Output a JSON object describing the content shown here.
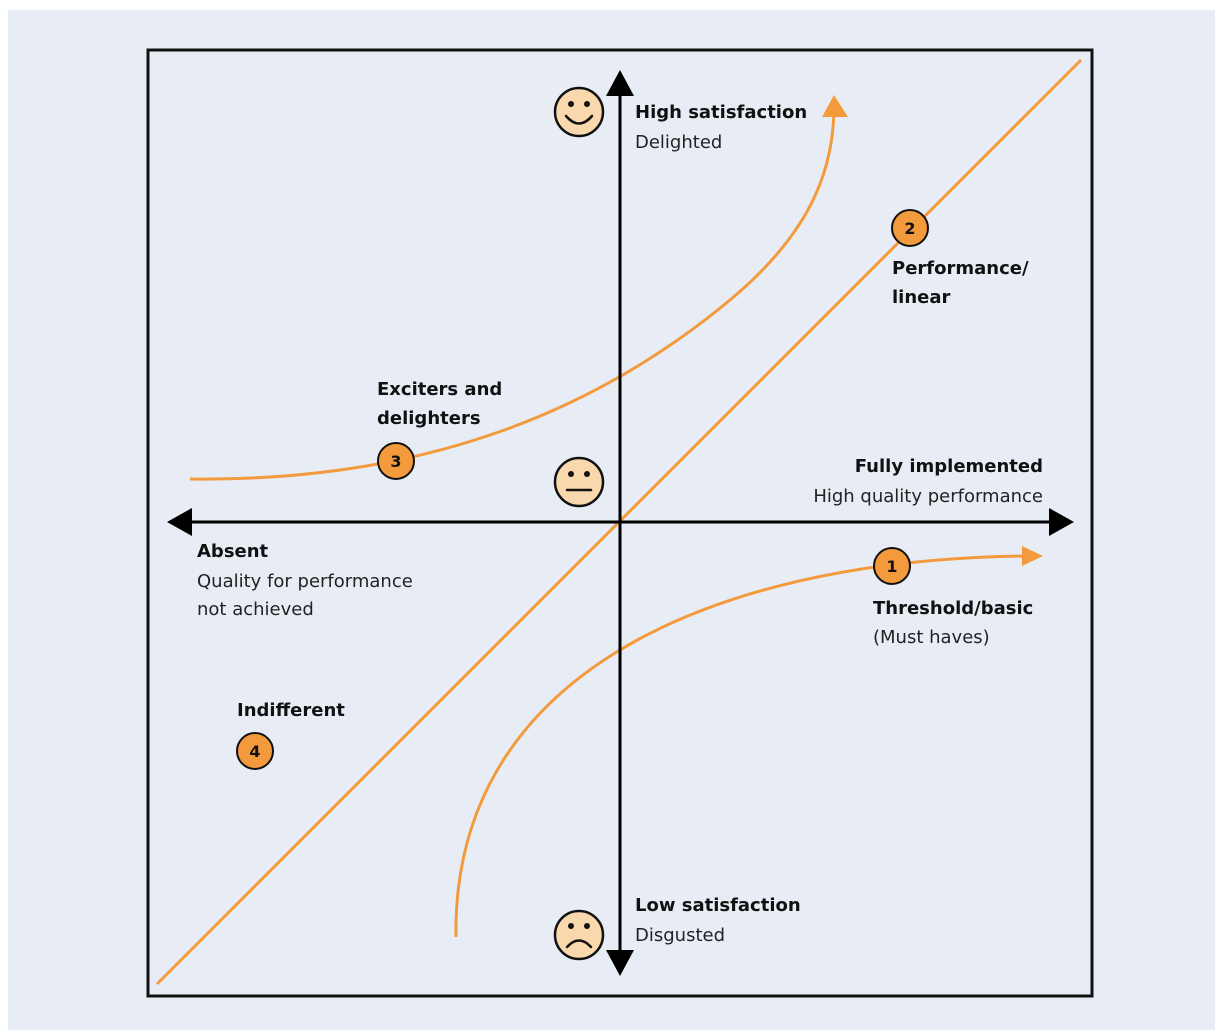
{
  "colors": {
    "background": "#e8edf5",
    "frame": "#111111",
    "axis": "#000000",
    "curve": "#f39a3d",
    "badge_fill": "#f39a3d",
    "face_fill": "#fad8ad"
  },
  "axes": {
    "top": {
      "title": "High satisfaction",
      "subtitle": "Delighted",
      "face": "happy-face-icon"
    },
    "bottom": {
      "title": "Low satisfaction",
      "subtitle": "Disgusted",
      "face": "sad-face-icon"
    },
    "right": {
      "title": "Fully implemented",
      "subtitle": "High quality performance"
    },
    "left": {
      "title": "Absent",
      "subtitle_line1": "Quality for performance",
      "subtitle_line2": "not achieved"
    },
    "center_face": "neutral-face-icon"
  },
  "categories": [
    {
      "number": "1",
      "title_line1": "Threshold/basic",
      "title_line2": "(Must haves)"
    },
    {
      "number": "2",
      "title_line1": "Performance/",
      "title_line2": "linear"
    },
    {
      "number": "3",
      "title_line1": "Exciters and",
      "title_line2": "delighters"
    },
    {
      "number": "4",
      "title_line1": "Indifferent",
      "title_line2": ""
    }
  ]
}
